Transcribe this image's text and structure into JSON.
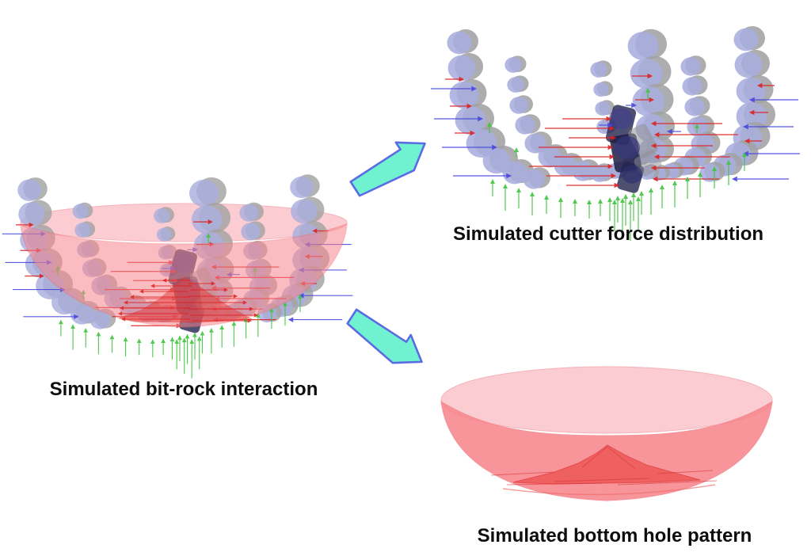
{
  "figures": {
    "bit_rock": {
      "label": "Simulated bit-rock interaction"
    },
    "cutter_force": {
      "label": "Simulated cutter force distribution"
    },
    "bottom_hole": {
      "label": "Simulated bottom hole pattern"
    }
  },
  "flow": {
    "to_cutter_force_direction": "up-right",
    "to_bottom_hole_direction": "down-right"
  },
  "colors": {
    "background": "#ffffff",
    "bowl_top": "#fbccd1",
    "bowl_rim": "#f5b3ba",
    "bowl_wall": "#f7878d",
    "bowl_wall_edge": "#ef6b72",
    "cone_fill": "#ee5454",
    "cone_edge": "#e03a3a",
    "cutter_gray": "#a2a2a4",
    "cutter_face": "#a9aede",
    "cutter_dark": "#23234e",
    "cutter_dark2": "#1d1d45",
    "cutter_navy": "#34367e",
    "force_green": "#3fc43f",
    "force_red": "#de1f1f",
    "force_blue": "#4646dd",
    "flow_fill": "#70f2d0",
    "flow_stroke": "#5b6be4",
    "label_color": "#0d0d0d"
  }
}
